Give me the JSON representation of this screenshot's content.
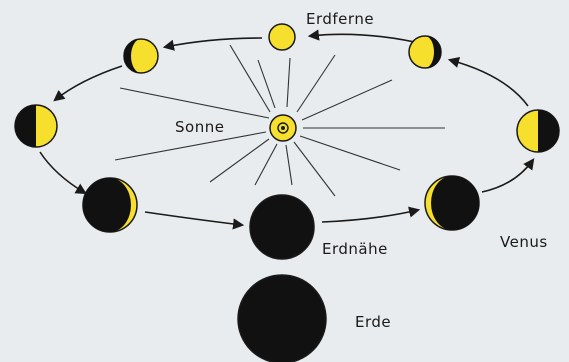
{
  "labels": {
    "aphelion": "Erdferne",
    "sun": "Sonne",
    "perihelion": "Erdnähe",
    "venus": "Venus",
    "earth": "Erde"
  },
  "colors": {
    "background": "#e9ecee",
    "sun_fill": "#f7df2e",
    "lit_side": "#f7df2e",
    "dark_side": "#111111",
    "outline": "#1a1a1a"
  },
  "venus_phases_anticlockwise_from_top": [
    "full",
    "waning gibbous",
    "last quarter",
    "waning crescent",
    "new",
    "waxing crescent",
    "first quarter",
    "waxing gibbous"
  ]
}
